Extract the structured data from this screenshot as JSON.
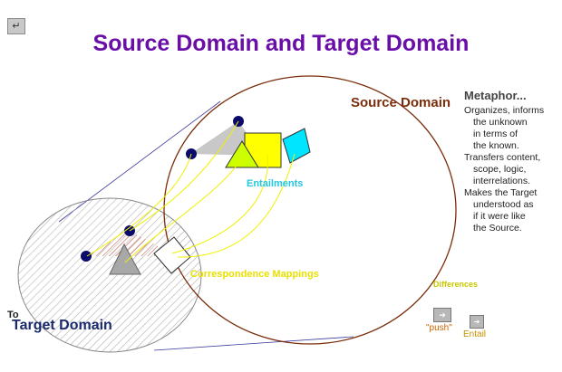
{
  "title": "Source Domain and Target Domain",
  "nav_icon": "return-arrow-icon",
  "source_domain_label": "Source Domain",
  "metaphor": {
    "heading": "Metaphor...",
    "lines": [
      {
        "text": "Organizes, informs",
        "indent": false
      },
      {
        "text": "the unknown",
        "indent": true
      },
      {
        "text": "in terms of",
        "indent": true
      },
      {
        "text": "the known.",
        "indent": true
      },
      {
        "text": "Transfers content,",
        "indent": false
      },
      {
        "text": "scope, logic,",
        "indent": true
      },
      {
        "text": "interrelations.",
        "indent": true
      },
      {
        "text": "Makes the Target",
        "indent": false
      },
      {
        "text": "understood as",
        "indent": true
      },
      {
        "text": "if it were like",
        "indent": true
      },
      {
        "text": "the Source.",
        "indent": true
      }
    ]
  },
  "entailments_label": "Entailments",
  "correspondence_label": "Correspondence Mappings",
  "differences_label": "Differences",
  "to_label": "To",
  "target_domain_label": "Target Domain",
  "push_label": "\"push\"",
  "entail_label": "Entail",
  "button_icon": "right-arrow-icon",
  "colors": {
    "title": "#6a0ea8",
    "source_ellipse": "#7a2e0c",
    "mapping_lines": "#f0f000",
    "connector_lines": "#3a3a9a",
    "dots": "#0a0a6a",
    "source_triangle": "#ccff00",
    "source_square": "#ffff00",
    "source_diamond": "#00e5ff",
    "entailments_label": "#22c8e0",
    "target_hatch": "#b0b0b0"
  }
}
